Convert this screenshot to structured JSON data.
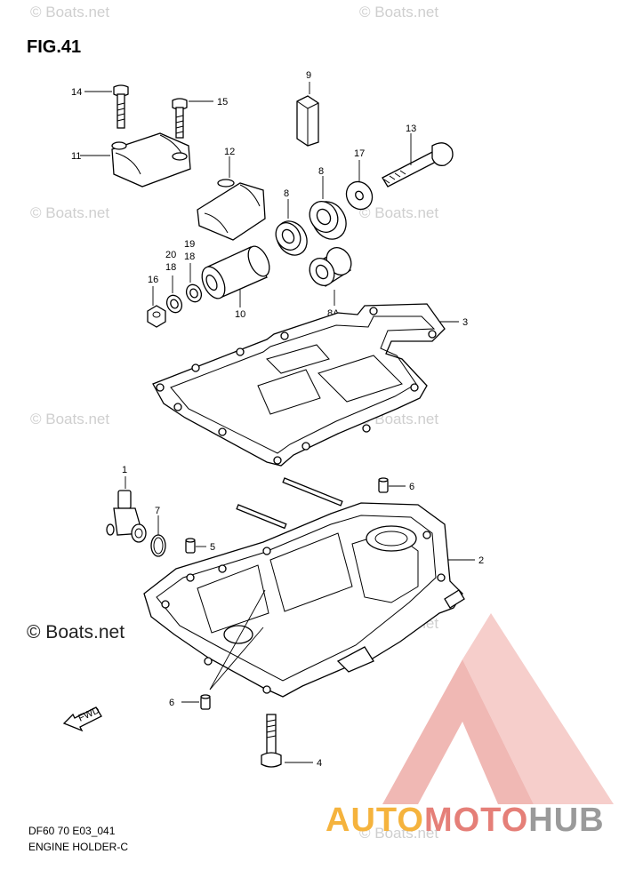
{
  "figure": {
    "title": "FIG.41",
    "code": "DF60 70 E03_041",
    "name": "ENGINE HOLDER-C"
  },
  "watermarks": {
    "site": "© Boats.net",
    "site_highlight": "© Boats.net"
  },
  "brand_logo": {
    "part_a": "AUTO",
    "part_b": "MOTO",
    "part_c": "HUB",
    "colors": {
      "a": "#f5b33d",
      "b": "#e57f78",
      "c": "#9a9a9a"
    }
  },
  "callouts": {
    "c1": "1",
    "c2": "2",
    "c3": "3",
    "c4": "4",
    "c5": "5",
    "c6a": "6",
    "c6b": "6",
    "c7": "7",
    "c8a": "8",
    "c8b": "8",
    "c8A": "8A",
    "c9": "9",
    "c10": "10",
    "c11": "11",
    "c12": "12",
    "c13": "13",
    "c14": "14",
    "c15": "15",
    "c16": "16",
    "c17": "17",
    "c18a": "18",
    "c18b": "18",
    "c19": "19",
    "c20": "20"
  },
  "arrow": {
    "label": "FWD"
  }
}
